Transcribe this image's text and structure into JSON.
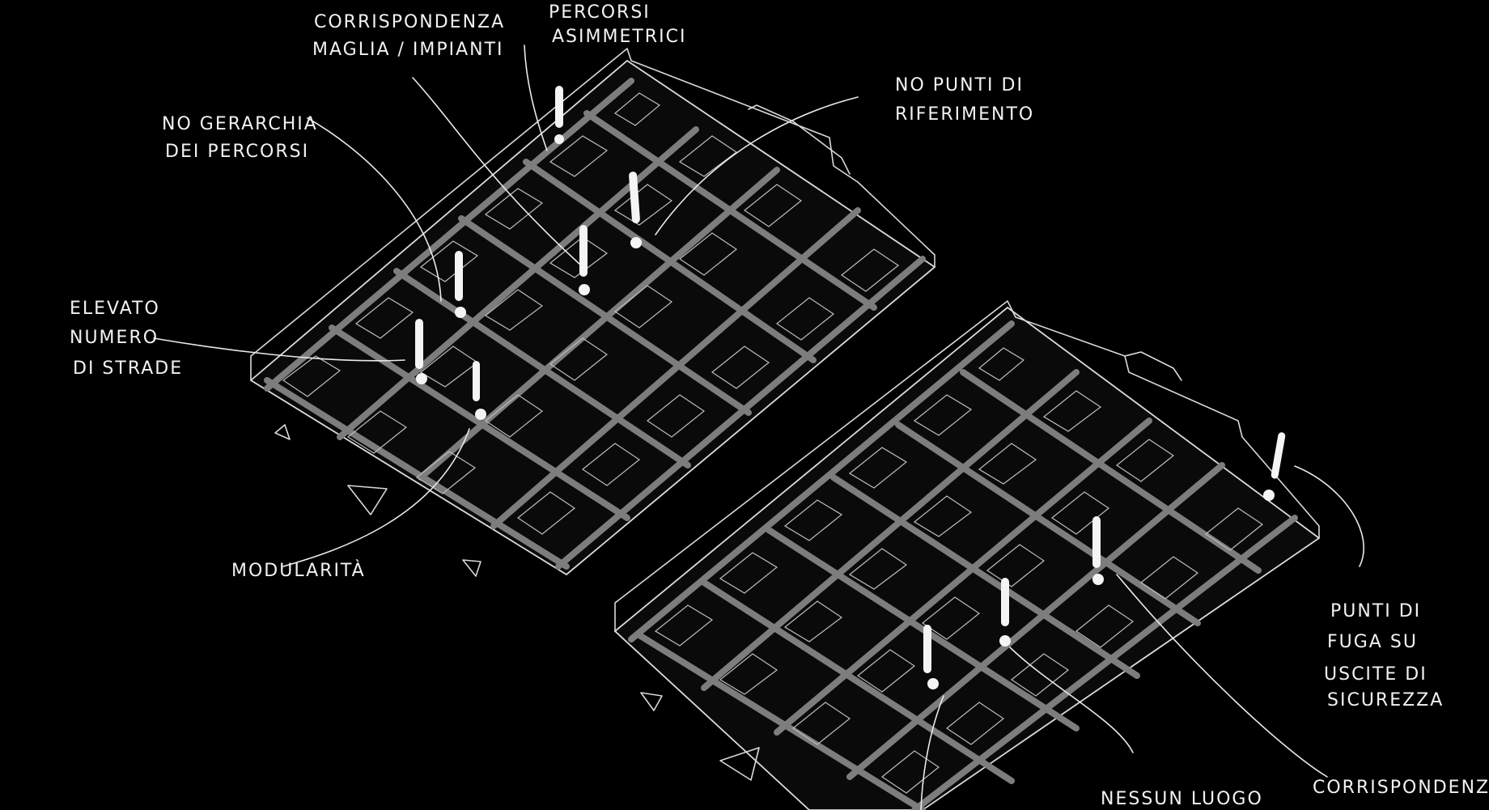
{
  "annotations": {
    "corrispondenza_top": [
      "CORRISPONDENZA",
      "MAGLIA / IMPIANTI"
    ],
    "percorsi_asimmetrici": [
      "PERCORSI",
      "ASIMMETRICI"
    ],
    "no_punti_riferimento": [
      "NO PUNTI DI",
      "RIFERIMENTO"
    ],
    "no_gerarchia": [
      "NO GERARCHIA",
      "DEI PERCORSI"
    ],
    "elevato_numero": [
      "ELEVATO",
      "NUMERO",
      "DI STRADE"
    ],
    "modularita": [
      "MODULARITÀ"
    ],
    "punti_di_fuga": [
      "PUNTI DI",
      "FUGA SU",
      "USCITE DI",
      "SICUREZZA"
    ],
    "nessun_luogo": [
      "NESSUN LUOGO"
    ],
    "corrispondenza_bottom": [
      "CORRISPONDENZA"
    ]
  },
  "colors": {
    "background": "#000000",
    "linework": "#dcdcdc",
    "streets": "#7d7d7d",
    "text": "#f2f2f2"
  },
  "icons": {
    "warning_marker": "exclamation-mark"
  }
}
